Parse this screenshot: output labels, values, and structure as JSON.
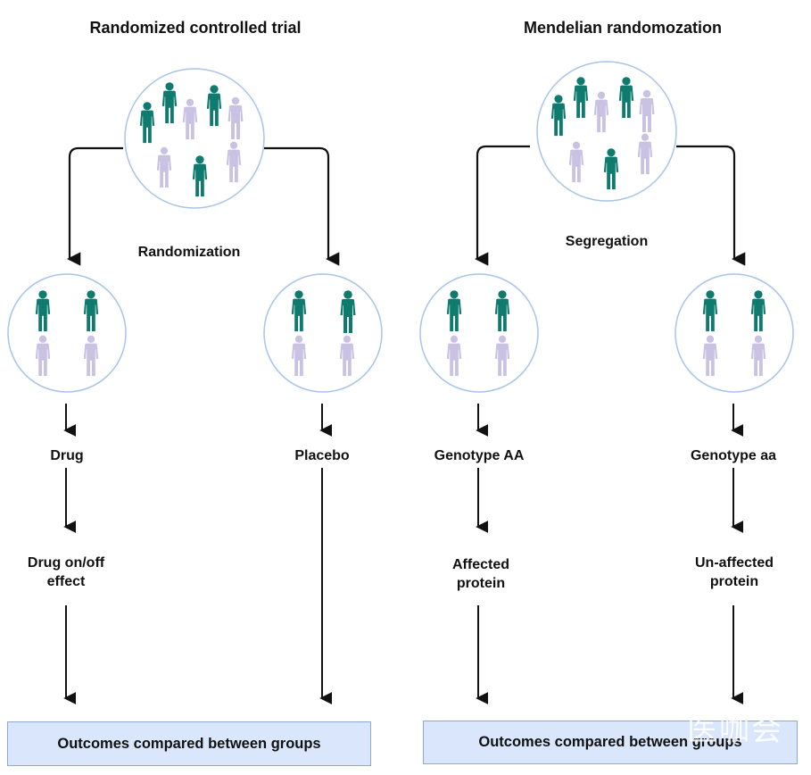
{
  "colors": {
    "person_dark": "#0f7a6e",
    "person_light": "#c9c2e3",
    "circle_stroke": "#9fbde6",
    "arrow": "#111111",
    "outcome_fill": "#d9e6fb",
    "outcome_border": "#8fa9d6"
  },
  "left_panel": {
    "title": "Randomized controlled trial",
    "split_label": "Randomization",
    "population_icon": "people-group-icon",
    "branches": [
      {
        "step1": "Drug",
        "step2_line1": "Drug on/off",
        "step2_line2": "effect"
      },
      {
        "step1": "Placebo",
        "step2_line1": "",
        "step2_line2": ""
      }
    ],
    "outcome": "Outcomes compared between groups"
  },
  "right_panel": {
    "title": "Mendelian randomozation",
    "split_label": "Segregation",
    "population_icon": "people-group-icon",
    "branches": [
      {
        "step1": "Genotype AA",
        "step2_line1": "Affected",
        "step2_line2": "protein"
      },
      {
        "step1": "Genotype aa",
        "step2_line1": "Un-affected",
        "step2_line2": "protein"
      }
    ],
    "outcome": "Outcomes compared between groups"
  },
  "watermark": "医咖会"
}
